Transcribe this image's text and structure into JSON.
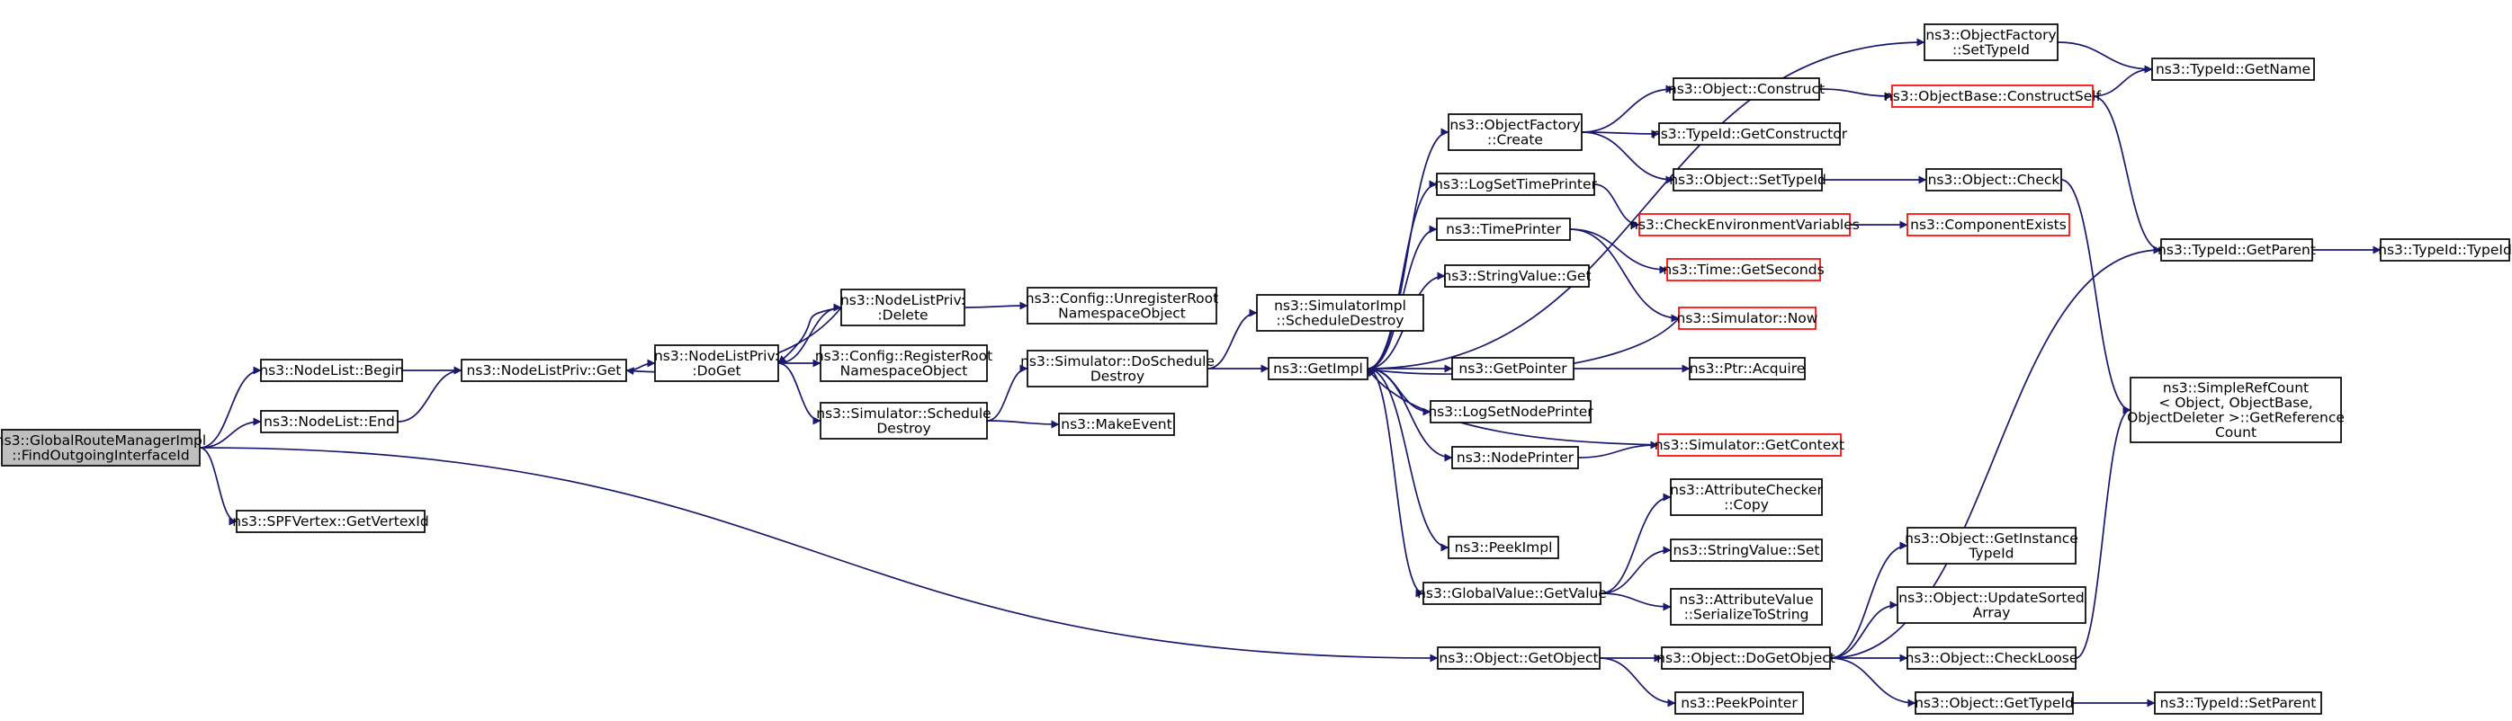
{
  "diagram": {
    "type": "call-graph",
    "edge_color": "#191970",
    "node_border_color": "#000000",
    "truncated_node_border_color": "#ff0000",
    "root_fill_color": "#bfbfbf",
    "nodes": [
      {
        "id": "root",
        "lines": [
          "ns3::GlobalRouteManagerImpl",
          "::FindOutgoingInterfaceId"
        ],
        "style": "root"
      },
      {
        "id": "nl_begin",
        "lines": [
          "ns3::NodeList::Begin"
        ],
        "style": "normal"
      },
      {
        "id": "nl_end",
        "lines": [
          "ns3::NodeList::End"
        ],
        "style": "normal"
      },
      {
        "id": "spf_getvertexid",
        "lines": [
          "ns3::SPFVertex::GetVertexId"
        ],
        "style": "normal"
      },
      {
        "id": "nlp_get",
        "lines": [
          "ns3::NodeListPriv::Get"
        ],
        "style": "normal"
      },
      {
        "id": "nlp_doget",
        "lines": [
          "ns3::NodeListPriv:",
          ":DoGet"
        ],
        "style": "normal"
      },
      {
        "id": "nlp_delete",
        "lines": [
          "ns3::NodeListPriv:",
          ":Delete"
        ],
        "style": "normal"
      },
      {
        "id": "cfg_unreg",
        "lines": [
          "ns3::Config::UnregisterRoot",
          "NamespaceObject"
        ],
        "style": "normal"
      },
      {
        "id": "cfg_reg",
        "lines": [
          "ns3::Config::RegisterRoot",
          "NamespaceObject"
        ],
        "style": "normal"
      },
      {
        "id": "sim_schedule_destroy",
        "lines": [
          "ns3::Simulator::Schedule",
          "Destroy"
        ],
        "style": "normal"
      },
      {
        "id": "sim_doschedule",
        "lines": [
          "ns3::Simulator::DoSchedule",
          "Destroy"
        ],
        "style": "normal"
      },
      {
        "id": "make_event",
        "lines": [
          "ns3::MakeEvent"
        ],
        "style": "normal"
      },
      {
        "id": "simimpl_scheddestroy",
        "lines": [
          "ns3::SimulatorImpl",
          "::ScheduleDestroy"
        ],
        "style": "normal"
      },
      {
        "id": "getimpl",
        "lines": [
          "ns3::GetImpl"
        ],
        "style": "normal"
      },
      {
        "id": "objfactory_create",
        "lines": [
          "ns3::ObjectFactory",
          "::Create"
        ],
        "style": "normal"
      },
      {
        "id": "log_time_printer",
        "lines": [
          "ns3::LogSetTimePrinter"
        ],
        "style": "normal"
      },
      {
        "id": "time_printer",
        "lines": [
          "ns3::TimePrinter"
        ],
        "style": "normal"
      },
      {
        "id": "stringvalue_get",
        "lines": [
          "ns3::StringValue::Get"
        ],
        "style": "normal"
      },
      {
        "id": "getpointer",
        "lines": [
          "ns3::GetPointer"
        ],
        "style": "normal"
      },
      {
        "id": "log_node_printer",
        "lines": [
          "ns3::LogSetNodePrinter"
        ],
        "style": "normal"
      },
      {
        "id": "node_printer",
        "lines": [
          "ns3::NodePrinter"
        ],
        "style": "normal"
      },
      {
        "id": "peekimpl",
        "lines": [
          "ns3::PeekImpl"
        ],
        "style": "normal"
      },
      {
        "id": "globalvalue_getvalue",
        "lines": [
          "ns3::GlobalValue::GetValue"
        ],
        "style": "normal"
      },
      {
        "id": "object_getobject",
        "lines": [
          "ns3::Object::GetObject"
        ],
        "style": "normal"
      },
      {
        "id": "objfactory_settypeid",
        "lines": [
          "ns3::ObjectFactory",
          "::SetTypeId"
        ],
        "style": "normal"
      },
      {
        "id": "object_construct",
        "lines": [
          "ns3::Object::Construct"
        ],
        "style": "normal"
      },
      {
        "id": "typeid_getconstructor",
        "lines": [
          "ns3::TypeId::GetConstructor"
        ],
        "style": "normal"
      },
      {
        "id": "object_settypeid",
        "lines": [
          "ns3::Object::SetTypeId"
        ],
        "style": "normal"
      },
      {
        "id": "check_env_vars",
        "lines": [
          "ns3::CheckEnvironmentVariables"
        ],
        "style": "truncated"
      },
      {
        "id": "time_getseconds",
        "lines": [
          "ns3::Time::GetSeconds"
        ],
        "style": "truncated"
      },
      {
        "id": "simulator_now",
        "lines": [
          "ns3::Simulator::Now"
        ],
        "style": "truncated"
      },
      {
        "id": "ptr_acquire",
        "lines": [
          "ns3::Ptr::Acquire"
        ],
        "style": "normal"
      },
      {
        "id": "sim_getcontext",
        "lines": [
          "ns3::Simulator::GetContext"
        ],
        "style": "truncated"
      },
      {
        "id": "attrchecker_copy",
        "lines": [
          "ns3::AttributeChecker",
          "::Copy"
        ],
        "style": "normal"
      },
      {
        "id": "stringvalue_set",
        "lines": [
          "ns3::StringValue::Set"
        ],
        "style": "normal"
      },
      {
        "id": "attrvalue_serialize",
        "lines": [
          "ns3::AttributeValue",
          "::SerializeToString"
        ],
        "style": "normal"
      },
      {
        "id": "object_dogetobject",
        "lines": [
          "ns3::Object::DoGetObject"
        ],
        "style": "normal"
      },
      {
        "id": "peekpointer",
        "lines": [
          "ns3::PeekPointer"
        ],
        "style": "normal"
      },
      {
        "id": "objbase_constructself",
        "lines": [
          "ns3::ObjectBase::ConstructSelf"
        ],
        "style": "truncated"
      },
      {
        "id": "object_check",
        "lines": [
          "ns3::Object::Check"
        ],
        "style": "normal"
      },
      {
        "id": "component_exists",
        "lines": [
          "ns3::ComponentExists"
        ],
        "style": "truncated"
      },
      {
        "id": "object_getinstancetypeid",
        "lines": [
          "ns3::Object::GetInstance",
          "TypeId"
        ],
        "style": "normal"
      },
      {
        "id": "object_updatesorted",
        "lines": [
          "ns3::Object::UpdateSorted",
          "Array"
        ],
        "style": "normal"
      },
      {
        "id": "object_checkloose",
        "lines": [
          "ns3::Object::CheckLoose"
        ],
        "style": "normal"
      },
      {
        "id": "object_gettypeid",
        "lines": [
          "ns3::Object::GetTypeId"
        ],
        "style": "normal"
      },
      {
        "id": "typeid_getname",
        "lines": [
          "ns3::TypeId::GetName"
        ],
        "style": "normal"
      },
      {
        "id": "typeid_getparent",
        "lines": [
          "ns3::TypeId::GetParent"
        ],
        "style": "normal"
      },
      {
        "id": "simplerefcount",
        "lines": [
          "ns3::SimpleRefCount",
          "< Object, ObjectBase,",
          "ObjectDeleter >::GetReference",
          "Count"
        ],
        "style": "normal"
      },
      {
        "id": "typeid_setparent",
        "lines": [
          "ns3::TypeId::SetParent"
        ],
        "style": "normal"
      },
      {
        "id": "typeid_typeid",
        "lines": [
          "ns3::TypeId::TypeId"
        ],
        "style": "normal"
      }
    ],
    "edges": [
      [
        "root",
        "nl_begin"
      ],
      [
        "root",
        "nl_end"
      ],
      [
        "root",
        "spf_getvertexid"
      ],
      [
        "root",
        "object_getobject"
      ],
      [
        "nl_begin",
        "nlp_get"
      ],
      [
        "nl_end",
        "nlp_get"
      ],
      [
        "nlp_get",
        "nlp_doget"
      ],
      [
        "nlp_doget",
        "nlp_delete"
      ],
      [
        "nlp_doget",
        "cfg_reg"
      ],
      [
        "nlp_doget",
        "sim_schedule_destroy"
      ],
      [
        "nlp_delete",
        "nlp_get"
      ],
      [
        "nlp_delete",
        "nlp_doget"
      ],
      [
        "nlp_delete",
        "cfg_unreg"
      ],
      [
        "sim_schedule_destroy",
        "sim_doschedule"
      ],
      [
        "sim_schedule_destroy",
        "make_event"
      ],
      [
        "sim_doschedule",
        "simimpl_scheddestroy"
      ],
      [
        "sim_doschedule",
        "getimpl"
      ],
      [
        "getimpl",
        "objfactory_settypeid"
      ],
      [
        "getimpl",
        "objfactory_create"
      ],
      [
        "getimpl",
        "log_time_printer"
      ],
      [
        "getimpl",
        "time_printer"
      ],
      [
        "getimpl",
        "stringvalue_get"
      ],
      [
        "getimpl",
        "getpointer"
      ],
      [
        "getimpl",
        "log_node_printer"
      ],
      [
        "getimpl",
        "node_printer"
      ],
      [
        "getimpl",
        "peekimpl"
      ],
      [
        "getimpl",
        "globalvalue_getvalue"
      ],
      [
        "objfactory_create",
        "object_construct"
      ],
      [
        "objfactory_create",
        "typeid_getconstructor"
      ],
      [
        "objfactory_create",
        "object_settypeid"
      ],
      [
        "log_time_printer",
        "check_env_vars"
      ],
      [
        "time_printer",
        "time_getseconds"
      ],
      [
        "time_printer",
        "simulator_now"
      ],
      [
        "simulator_now",
        "getimpl"
      ],
      [
        "getpointer",
        "ptr_acquire"
      ],
      [
        "node_printer",
        "sim_getcontext"
      ],
      [
        "sim_getcontext",
        "getimpl"
      ],
      [
        "globalvalue_getvalue",
        "attrchecker_copy"
      ],
      [
        "globalvalue_getvalue",
        "stringvalue_set"
      ],
      [
        "globalvalue_getvalue",
        "attrvalue_serialize"
      ],
      [
        "object_getobject",
        "object_dogetobject"
      ],
      [
        "object_getobject",
        "peekpointer"
      ],
      [
        "object_construct",
        "objbase_constructself"
      ],
      [
        "object_settypeid",
        "object_check"
      ],
      [
        "check_env_vars",
        "component_exists"
      ],
      [
        "objfactory_settypeid",
        "typeid_getname"
      ],
      [
        "objbase_constructself",
        "typeid_getname"
      ],
      [
        "objbase_constructself",
        "typeid_getparent"
      ],
      [
        "object_check",
        "simplerefcount"
      ],
      [
        "object_dogetobject",
        "typeid_getparent"
      ],
      [
        "object_dogetobject",
        "object_getinstancetypeid"
      ],
      [
        "object_dogetobject",
        "object_updatesorted"
      ],
      [
        "object_dogetobject",
        "object_checkloose"
      ],
      [
        "object_dogetobject",
        "object_gettypeid"
      ],
      [
        "object_checkloose",
        "simplerefcount"
      ],
      [
        "object_gettypeid",
        "typeid_setparent"
      ],
      [
        "typeid_getparent",
        "typeid_typeid"
      ]
    ]
  }
}
